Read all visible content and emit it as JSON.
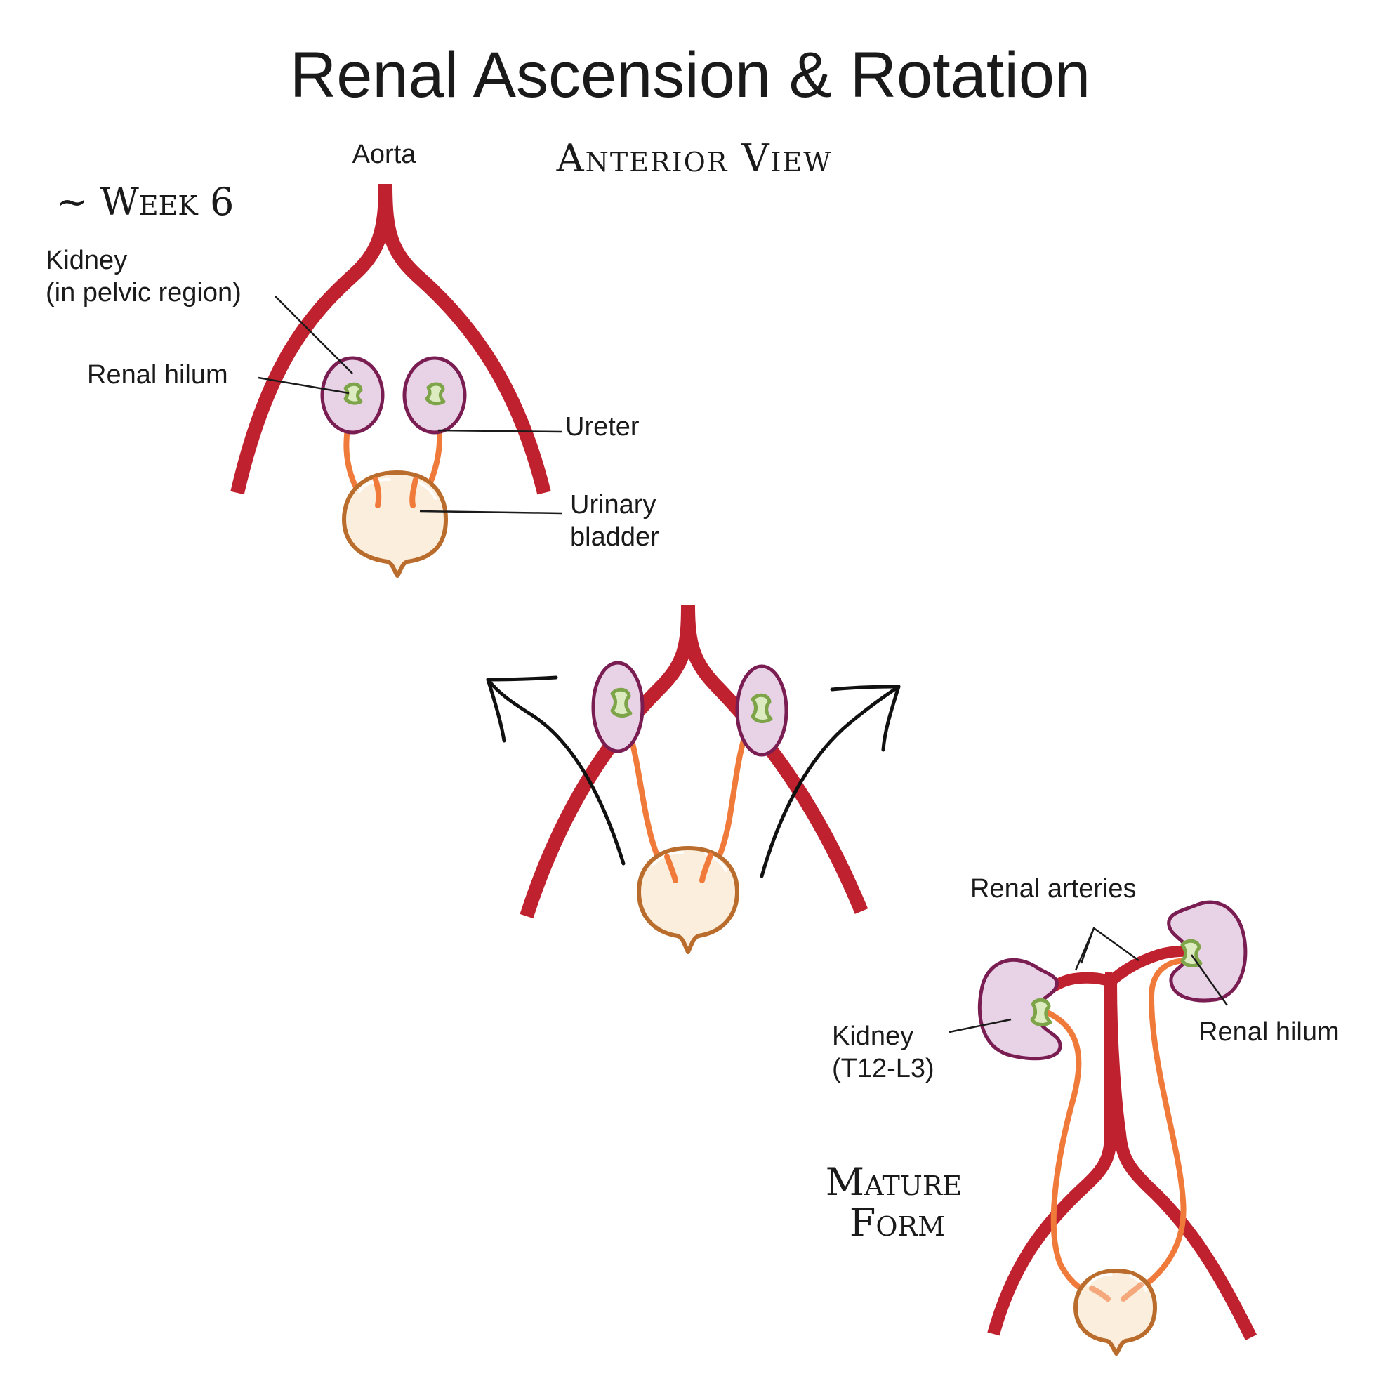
{
  "title": "Renal Ascension & Rotation",
  "view_label": "Anterior View",
  "stages": {
    "week6": {
      "heading": "~ Week 6",
      "labels": {
        "aorta": "Aorta",
        "kidney_line1": "Kidney",
        "kidney_line2": "(in pelvic region)",
        "renal_hilum": "Renal hilum",
        "ureter": "Ureter",
        "bladder_line1": "Urinary",
        "bladder_line2": "bladder"
      }
    },
    "mature": {
      "heading_line1": "Mature",
      "heading_line2": "Form",
      "labels": {
        "renal_arteries": "Renal arteries",
        "kidney_line1": "Kidney",
        "kidney_line2": "(T12-L3)",
        "renal_hilum": "Renal hilum"
      }
    }
  },
  "colors": {
    "aorta": "#c0212f",
    "kidney_fill": "#e8d3e6",
    "kidney_outline": "#7a1d52",
    "hilum": "#7ea44a",
    "ureter": "#f07a3a",
    "bladder_fill": "#fbeedd",
    "bladder_outline": "#b96c2c"
  },
  "icons": [
    "ascension-arrow-left-icon",
    "ascension-arrow-right-icon"
  ]
}
